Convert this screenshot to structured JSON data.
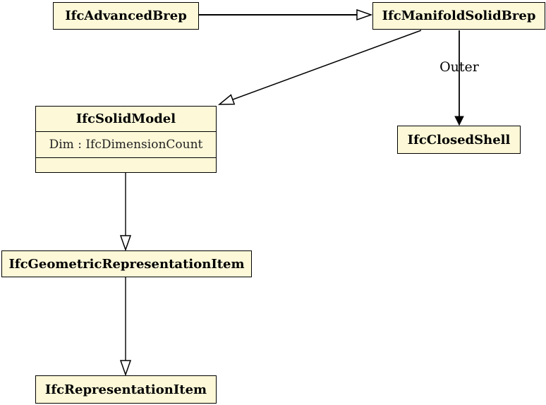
{
  "diagram": {
    "type": "uml-class-diagram",
    "colors": {
      "background": "#ffffff",
      "box_fill": "#FCF8D8",
      "box_border": "#000000",
      "attribute_text": "#222222"
    },
    "nodes": {
      "advanced_brep": {
        "label": "IfcAdvancedBrep"
      },
      "manifold_solid_brep": {
        "label": "IfcManifoldSolidBrep"
      },
      "solid_model": {
        "label": "IfcSolidModel",
        "attributes": [
          "Dim : IfcDimensionCount"
        ],
        "attribute_0": "Dim : IfcDimensionCount"
      },
      "closed_shell": {
        "label": "IfcClosedShell"
      },
      "geometric_representation_item": {
        "label": "IfcGeometricRepresentationItem"
      },
      "representation_item": {
        "label": "IfcRepresentationItem"
      }
    },
    "edges": {
      "advancedbrep_to_manifoldsolidbrep": {
        "type": "inheritance",
        "label": ""
      },
      "manifoldsolidbrep_to_solidmodel": {
        "type": "inheritance",
        "label": ""
      },
      "manifoldsolidbrep_to_closedshell": {
        "type": "association",
        "label": "Outer"
      },
      "solidmodel_to_geometricrepresentationitem": {
        "type": "inheritance",
        "label": ""
      },
      "geometricrepresentationitem_to_representationitem": {
        "type": "inheritance",
        "label": ""
      },
      "outer_label": "Outer"
    }
  }
}
